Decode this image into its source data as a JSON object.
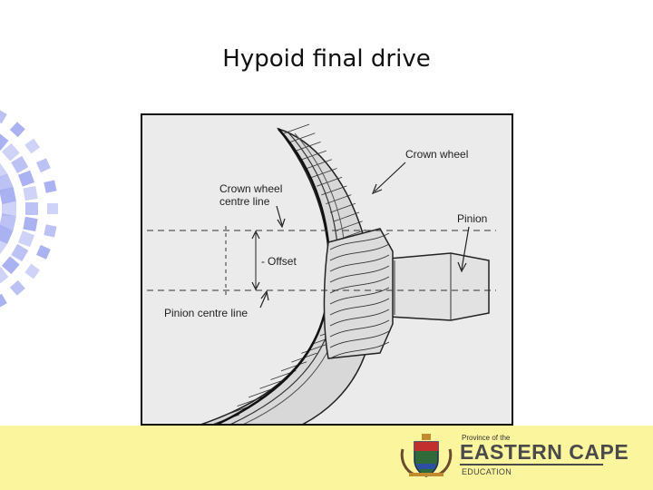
{
  "slide": {
    "title": "Hypoid final drive"
  },
  "diagram": {
    "labels": {
      "crown_wheel": "Crown wheel",
      "crown_wheel_centre_line": [
        "Crown wheel",
        "centre line"
      ],
      "pinion": "Pinion",
      "offset": "Offset",
      "pinion_centre_line": "Pinion centre line"
    }
  },
  "footer": {
    "province_line": "Province of the",
    "brand": "EASTERN CAPE",
    "department": "EDUCATION"
  },
  "colors": {
    "footer_bg": "#fbf59e",
    "decoration_blue": "#a7aef0",
    "figure_bg": "#ecebec"
  }
}
